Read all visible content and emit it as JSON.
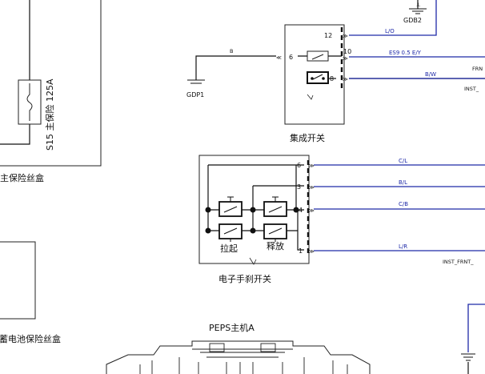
{
  "colors": {
    "wire_blue": "#1f2aa8",
    "ink": "#111111"
  },
  "main_fuse": {
    "label_vertical": "S15 主保险 125A",
    "box_title": "主保险丝盒"
  },
  "battery_fuse_box": {
    "title": "蓄电池保险丝盒"
  },
  "ground_gdb2": {
    "label": "GDB2"
  },
  "ground_gdp1": {
    "label": "GDP1"
  },
  "integrated_switch": {
    "title": "集成开关",
    "pins": {
      "p12": "12",
      "p6": "6",
      "p10": "10",
      "p8": "8"
    },
    "wires": {
      "gdp1_wire": "B",
      "pin12_wire": "L/O",
      "pin10_wire": "ES9 0.5 E/Y",
      "pin8_wire": "B/W"
    },
    "right_labels": {
      "frn": "FRN",
      "inst": "INST_"
    }
  },
  "epb_switch": {
    "title": "电子手刹开关",
    "pins": {
      "p6": "6",
      "p3": "3",
      "p4": "4",
      "p1": "1"
    },
    "wires": {
      "pin6_wire": "C/L",
      "pin3_wire": "B/L",
      "pin4_wire": "C/B",
      "pin1_wire": "L/R"
    },
    "labels": {
      "pull": "拉起",
      "release": "释放"
    },
    "right_label": "INST_FRNT_"
  },
  "peps": {
    "title": "PEPS主机A"
  }
}
